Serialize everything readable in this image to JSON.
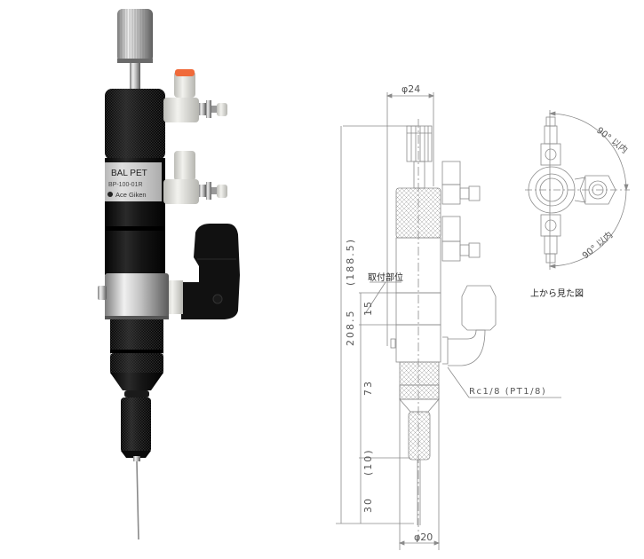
{
  "product_photo": {
    "label": {
      "brand": "BAL PET",
      "model": "BP-100-01R",
      "maker": "Ace Giken"
    },
    "colors": {
      "body": "#111111",
      "knurl": "#1c1c1c",
      "silver": "#c8c8c8",
      "fitting": "#e6e6e2",
      "fitting_cap": "#f06a3a",
      "label_bg": "#dcdcdc"
    }
  },
  "drawing": {
    "line_color": "#808080",
    "top_diameter": "φ24",
    "bottom_diameter": "φ20",
    "dim_total": "208.5",
    "dim_total_ref": "(188.5)",
    "dim_mount": "15",
    "dim_lower": "73",
    "dim_tip_ref": "(10)",
    "dim_needle": "30",
    "mount_label": "取付部位",
    "port_label": "Rc1/8 (PT1/8)",
    "top_view": {
      "caption": "上から見た図",
      "angle_upper": "90° 以内",
      "angle_lower": "90° 以内"
    }
  }
}
